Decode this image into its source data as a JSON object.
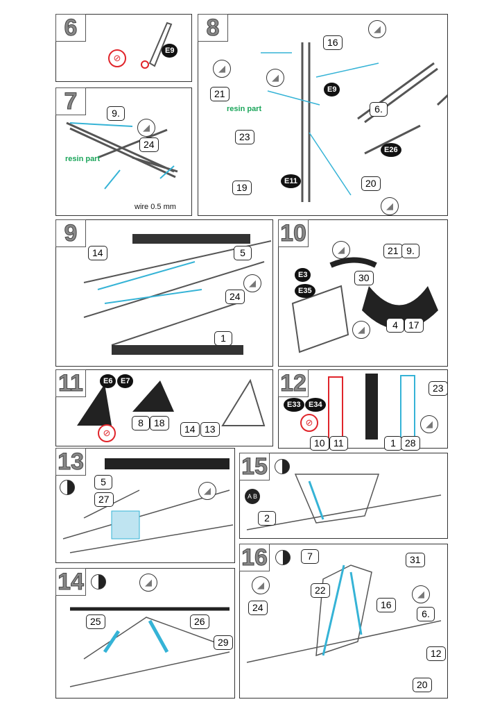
{
  "title": "Assembly instructions steps 6-16",
  "colors": {
    "leader": "#35b3d6",
    "no_glue": "#e0242a",
    "resin_text": "#1aa55a",
    "part_stroke": "#555555"
  },
  "panels": [
    {
      "step": "6",
      "labels": [
        {
          "t": "no-glue-icon",
          "k": "nog"
        },
        {
          "t": "E9",
          "k": "oval"
        }
      ]
    },
    {
      "step": "7",
      "labels": [
        {
          "t": "9.",
          "k": "box"
        },
        {
          "t": "photo-etch-icon",
          "k": "pe"
        },
        {
          "t": "24",
          "k": "box"
        },
        {
          "t": "resin part",
          "k": "green"
        },
        {
          "t": "wire   0.5 mm",
          "k": "txt"
        }
      ]
    },
    {
      "step": "8",
      "labels": [
        {
          "t": "16",
          "k": "box"
        },
        {
          "t": "photo-etch-icon",
          "k": "pe"
        },
        {
          "t": "photo-etch-icon",
          "k": "pe"
        },
        {
          "t": "21",
          "k": "box"
        },
        {
          "t": "photo-etch-icon",
          "k": "pe"
        },
        {
          "t": "E9",
          "k": "oval"
        },
        {
          "t": "6.",
          "k": "box"
        },
        {
          "t": "resin part",
          "k": "green"
        },
        {
          "t": "23",
          "k": "box"
        },
        {
          "t": "E26",
          "k": "oval"
        },
        {
          "t": "19",
          "k": "box"
        },
        {
          "t": "E11",
          "k": "oval"
        },
        {
          "t": "20",
          "k": "box"
        },
        {
          "t": "photo-etch-icon",
          "k": "pe"
        }
      ]
    },
    {
      "step": "9",
      "labels": [
        {
          "t": "14",
          "k": "box"
        },
        {
          "t": "5",
          "k": "box"
        },
        {
          "t": "photo-etch-icon",
          "k": "pe"
        },
        {
          "t": "24",
          "k": "box"
        },
        {
          "t": "1",
          "k": "box"
        }
      ]
    },
    {
      "step": "10",
      "labels": [
        {
          "t": "photo-etch-icon",
          "k": "pe"
        },
        {
          "t": "21",
          "k": "box"
        },
        {
          "t": "9.",
          "k": "box"
        },
        {
          "t": "E3",
          "k": "oval"
        },
        {
          "t": "30",
          "k": "box"
        },
        {
          "t": "E35",
          "k": "oval"
        },
        {
          "t": "photo-etch-icon",
          "k": "pe"
        },
        {
          "t": "4",
          "k": "box"
        },
        {
          "t": "17",
          "k": "box"
        }
      ]
    },
    {
      "step": "11",
      "labels": [
        {
          "t": "E6",
          "k": "oval"
        },
        {
          "t": "E7",
          "k": "oval"
        },
        {
          "t": "8",
          "k": "box"
        },
        {
          "t": "18",
          "k": "box"
        },
        {
          "t": "14",
          "k": "box"
        },
        {
          "t": "13",
          "k": "box"
        },
        {
          "t": "no-glue-icon",
          "k": "nog"
        }
      ]
    },
    {
      "step": "12",
      "labels": [
        {
          "t": "E33",
          "k": "oval"
        },
        {
          "t": "E34",
          "k": "oval"
        },
        {
          "t": "10",
          "k": "box"
        },
        {
          "t": "11",
          "k": "box"
        },
        {
          "t": "1",
          "k": "box"
        },
        {
          "t": "28",
          "k": "box"
        },
        {
          "t": "23",
          "k": "box"
        },
        {
          "t": "photo-etch-icon",
          "k": "pe"
        },
        {
          "t": "no-glue-icon",
          "k": "nog"
        }
      ]
    },
    {
      "step": "13",
      "labels": [
        {
          "t": "5",
          "k": "box"
        },
        {
          "t": "27",
          "k": "box"
        },
        {
          "t": "photo-etch-icon",
          "k": "pe"
        },
        {
          "t": "paint-icon",
          "k": "paint"
        }
      ]
    },
    {
      "step": "15",
      "labels": [
        {
          "t": "paint-icon",
          "k": "paint"
        },
        {
          "t": "A B",
          "k": "ab"
        },
        {
          "t": "2",
          "k": "box"
        }
      ]
    },
    {
      "step": "14",
      "labels": [
        {
          "t": "paint-icon",
          "k": "paint"
        },
        {
          "t": "photo-etch-icon",
          "k": "pe"
        },
        {
          "t": "25",
          "k": "box"
        },
        {
          "t": "26",
          "k": "box"
        },
        {
          "t": "29",
          "k": "box"
        }
      ]
    },
    {
      "step": "16",
      "labels": [
        {
          "t": "paint-icon",
          "k": "paint"
        },
        {
          "t": "7",
          "k": "box"
        },
        {
          "t": "31",
          "k": "box"
        },
        {
          "t": "photo-etch-icon",
          "k": "pe"
        },
        {
          "t": "22",
          "k": "box"
        },
        {
          "t": "photo-etch-icon",
          "k": "pe"
        },
        {
          "t": "24",
          "k": "box"
        },
        {
          "t": "16",
          "k": "box"
        },
        {
          "t": "6.",
          "k": "box"
        },
        {
          "t": "12",
          "k": "box"
        },
        {
          "t": "20",
          "k": "box"
        }
      ]
    }
  ]
}
